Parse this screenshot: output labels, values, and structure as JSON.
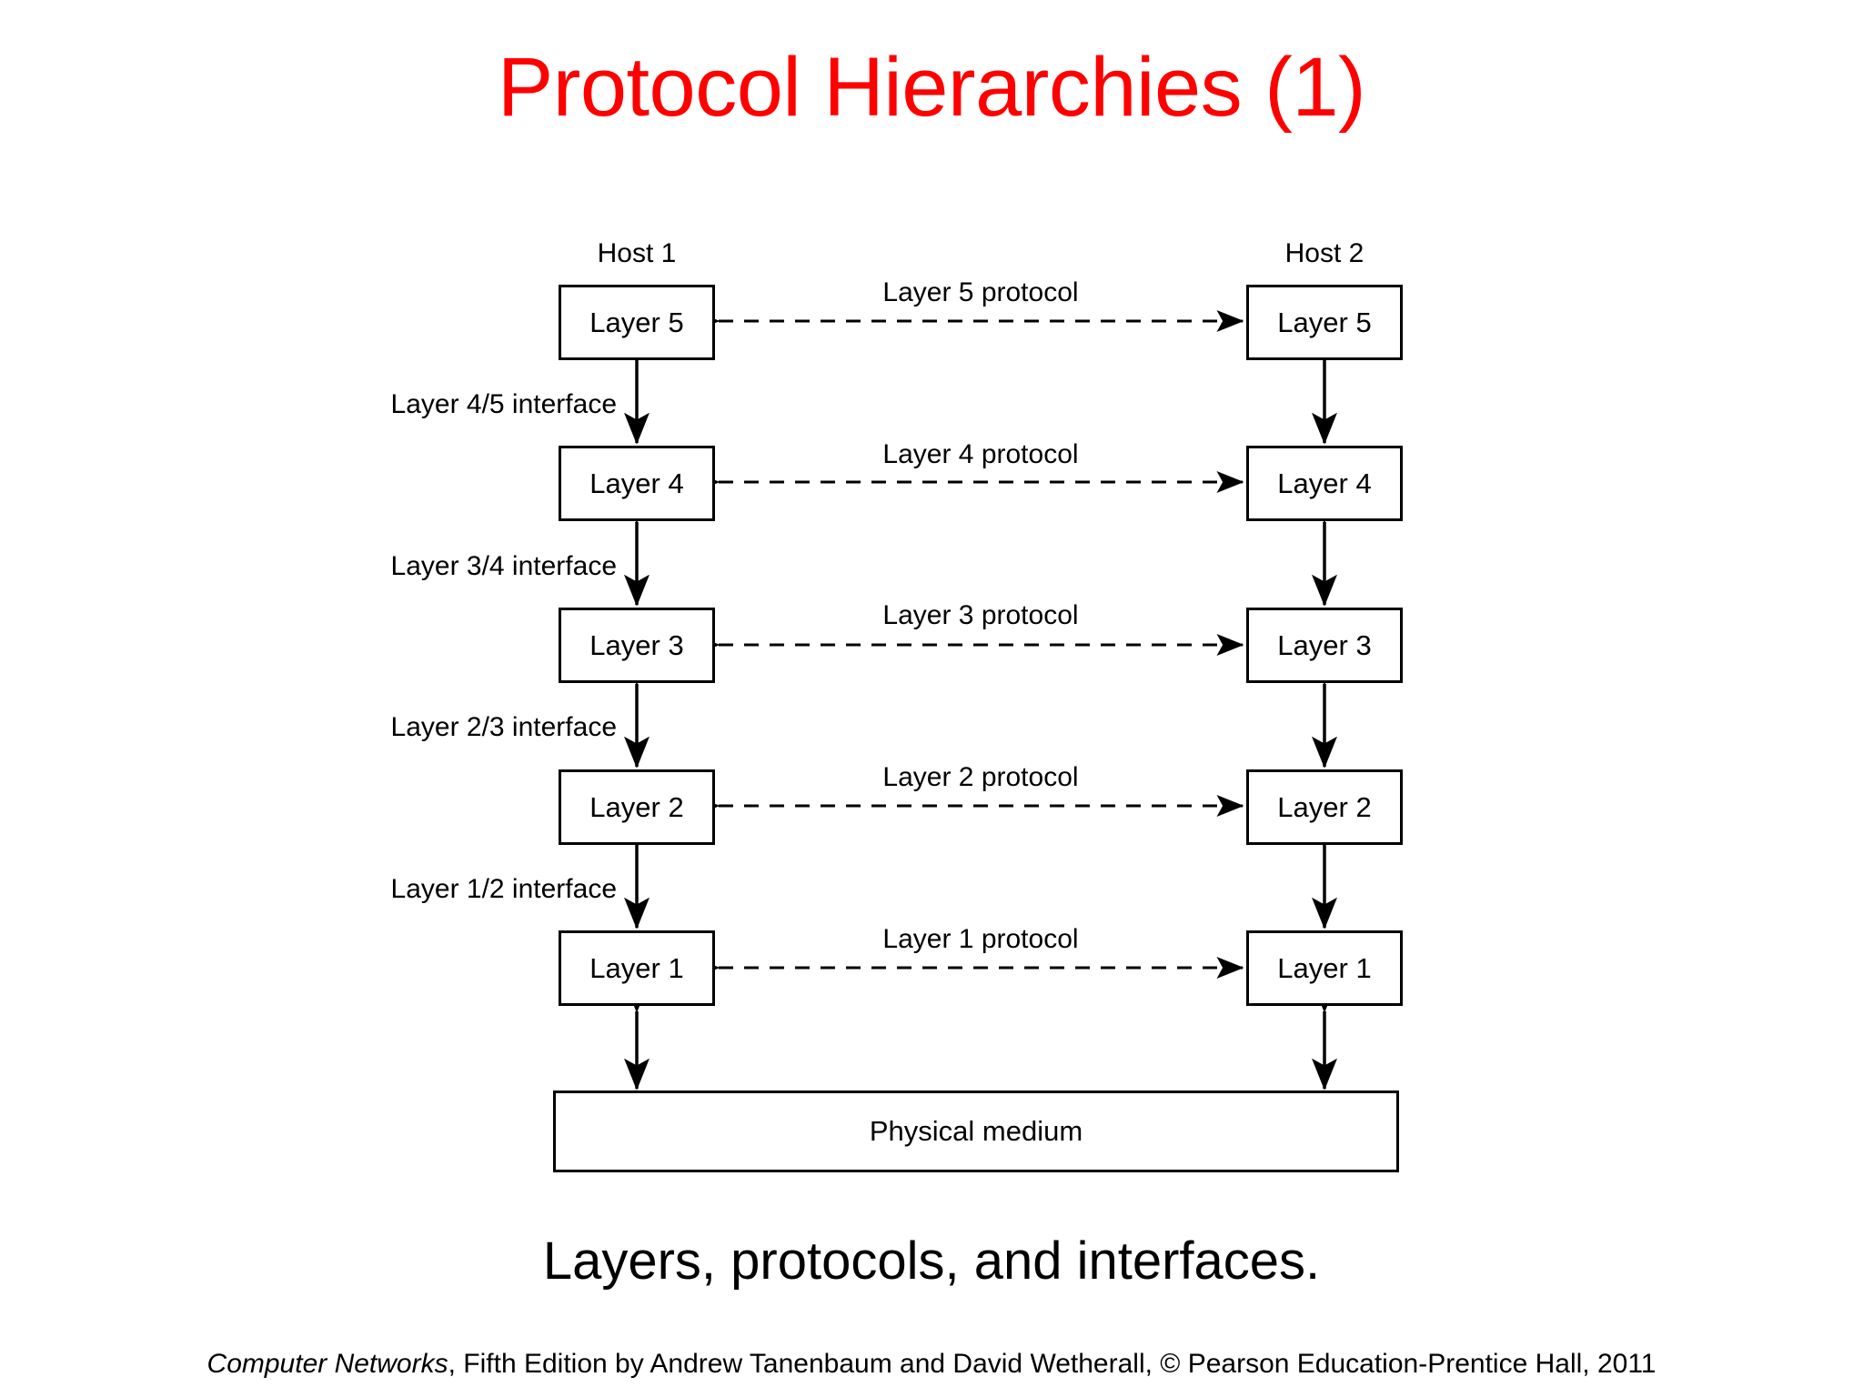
{
  "slide": {
    "title": "Protocol Hierarchies (1)",
    "title_color": "#ff0000",
    "caption": "Layers, protocols, and interfaces.",
    "background_color": "#ffffff"
  },
  "diagram": {
    "type": "layered-protocol-stack",
    "hosts": [
      {
        "id": "host1",
        "label": "Host 1"
      },
      {
        "id": "host2",
        "label": "Host 2"
      }
    ],
    "layers": [
      {
        "number": 5,
        "label": "Layer 5",
        "protocol_label": "Layer 5 protocol"
      },
      {
        "number": 4,
        "label": "Layer 4",
        "protocol_label": "Layer 4 protocol"
      },
      {
        "number": 3,
        "label": "Layer 3",
        "protocol_label": "Layer 3 protocol"
      },
      {
        "number": 2,
        "label": "Layer 2",
        "protocol_label": "Layer 2 protocol"
      },
      {
        "number": 1,
        "label": "Layer 1",
        "protocol_label": "Layer 1 protocol"
      }
    ],
    "interfaces": [
      {
        "label": "Layer 4/5 interface"
      },
      {
        "label": "Layer 3/4 interface"
      },
      {
        "label": "Layer 2/3 interface"
      },
      {
        "label": "Layer 1/2 interface"
      }
    ],
    "medium": {
      "label": "Physical medium"
    },
    "line_color": "#000000"
  },
  "footer": {
    "book": "Computer Networks",
    "rest": ", Fifth Edition by Andrew Tanenbaum and David Wetherall, © Pearson Education-Prentice Hall, 2011"
  }
}
